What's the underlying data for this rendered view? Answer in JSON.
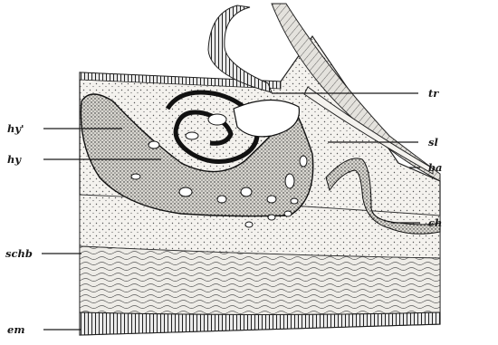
{
  "figure": {
    "labels": {
      "tr": "tr",
      "sl": "sl",
      "ba": "ba",
      "ch": "ch",
      "hy_prime": "hy'",
      "hy": "hy",
      "schb": "schb",
      "em": "em"
    }
  }
}
